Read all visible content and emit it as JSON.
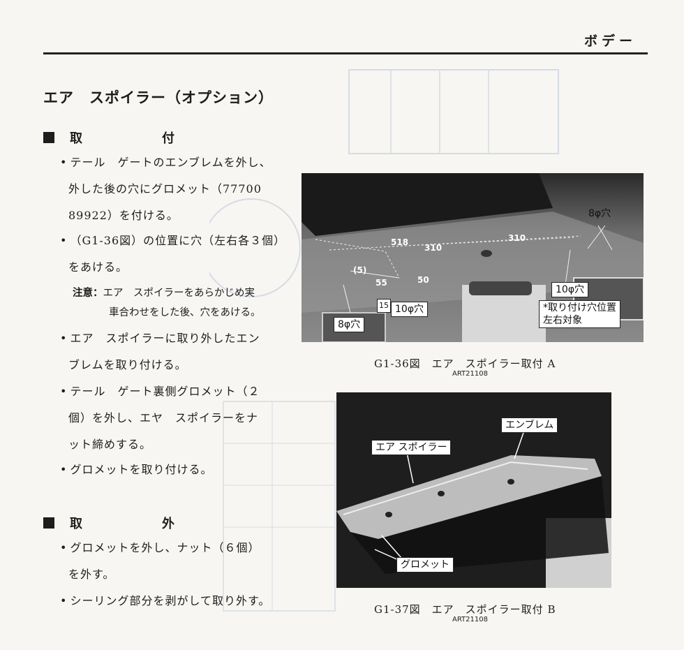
{
  "header": {
    "section": "ボデー"
  },
  "title": "エア　スポイラー（オプション）",
  "install": {
    "heading": "取　付",
    "items": [
      {
        "line1": "テール　ゲートのエンブレムを外し、",
        "line2": "外した後の穴にグロメット（77700",
        "line3": "89922）を付ける。"
      },
      {
        "line1": "（G1-36図）の位置に穴（左右各３個）",
        "line2": "をあける。"
      },
      {
        "line1": "エア　スポイラーに取り外したエン",
        "line2": "ブレムを取り付ける。"
      },
      {
        "line1": "テール　ゲート裏側グロメット（２",
        "line2": "個）を外し、エヤ　スポイラーをナ",
        "line3": "ット締めする。"
      },
      {
        "line1": "グロメットを取り付ける。"
      }
    ],
    "note": {
      "label": "注意：",
      "line1": "エア　スポイラーをあらかじめ実",
      "line2": "車合わせをした後、穴をあける。"
    }
  },
  "remove": {
    "heading": "取　外",
    "items": [
      {
        "line1": "グロメットを外し、ナット（６個）",
        "line2": "を外す。"
      },
      {
        "line1": "シーリング部分を剥がして取り外す。"
      }
    ]
  },
  "figureA": {
    "caption": "G1-36図　エア　スポイラー取付 A",
    "code": "ART21108",
    "labels": {
      "hole8_right": "8φ穴",
      "hole8_left": "8φ穴",
      "hole10_right": "10φ穴",
      "hole10_left": "10φ穴",
      "note1": "*取り付け穴位置",
      "note2": "左右対象",
      "d518": "518",
      "d310a": "310",
      "d310b": "310",
      "d5": "(5)",
      "d55": "55",
      "d50": "50",
      "d15": "15"
    }
  },
  "figureB": {
    "caption": "G1-37図　エア　スポイラー取付 B",
    "code": "ART21108",
    "labels": {
      "emblem": "エンブレム",
      "spoiler": "エア スポイラー",
      "grommet": "グロメット"
    }
  },
  "colors": {
    "ink": "#1d1d1d",
    "paper": "#f7f6f2",
    "photo_dark": "#3a3a3a"
  }
}
